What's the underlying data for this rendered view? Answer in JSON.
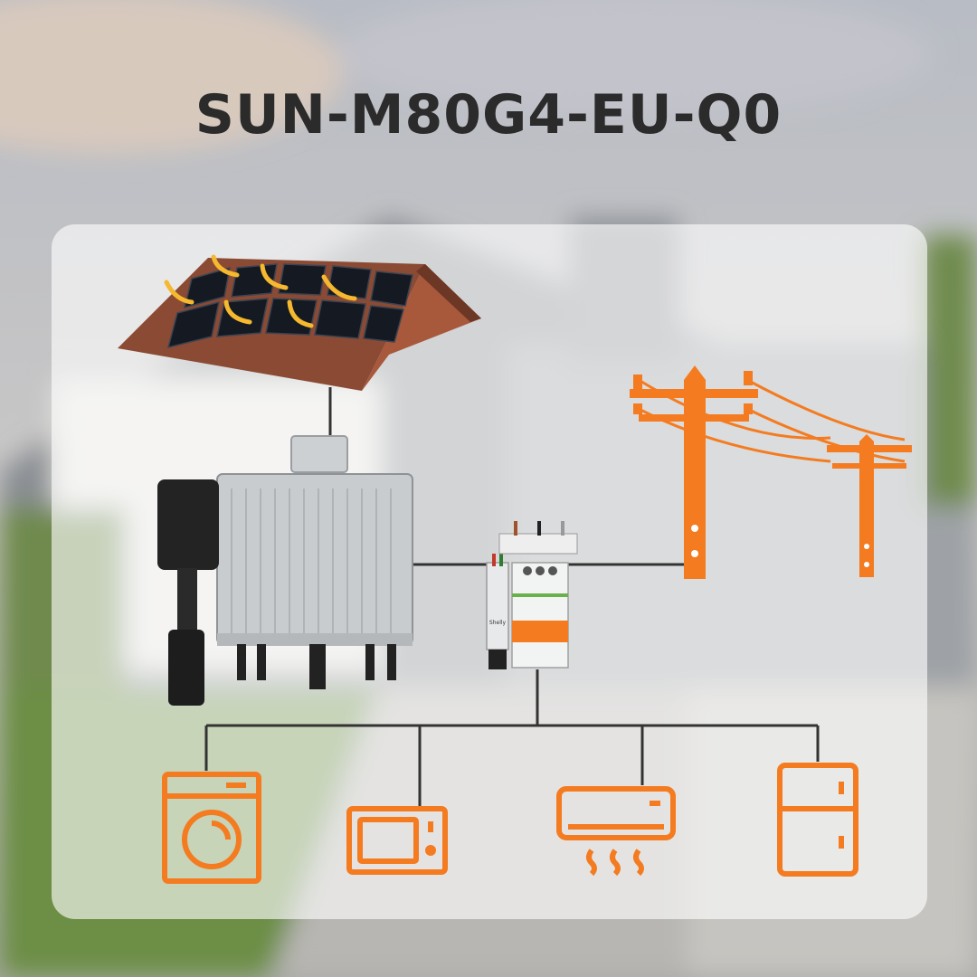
{
  "title": "SUN-M80G4-EU-Q0",
  "colors": {
    "accent_orange": "#F47B20",
    "wire": "#333333",
    "roof": "#8B4A33",
    "inverter": "#C9CCCE",
    "title_text": "#2B2B2B"
  },
  "components": {
    "solar_roof": "solar-panel-roof",
    "inverter": "microinverter",
    "connector": "ac-connector-plug",
    "breaker": "circuit-breaker",
    "meter": "energy-meter",
    "grid": "utility-poles"
  },
  "meter_labels": {
    "brand": "Shelly"
  },
  "appliances": [
    "washing-machine-icon",
    "microwave-icon",
    "air-conditioner-icon",
    "refrigerator-icon"
  ]
}
